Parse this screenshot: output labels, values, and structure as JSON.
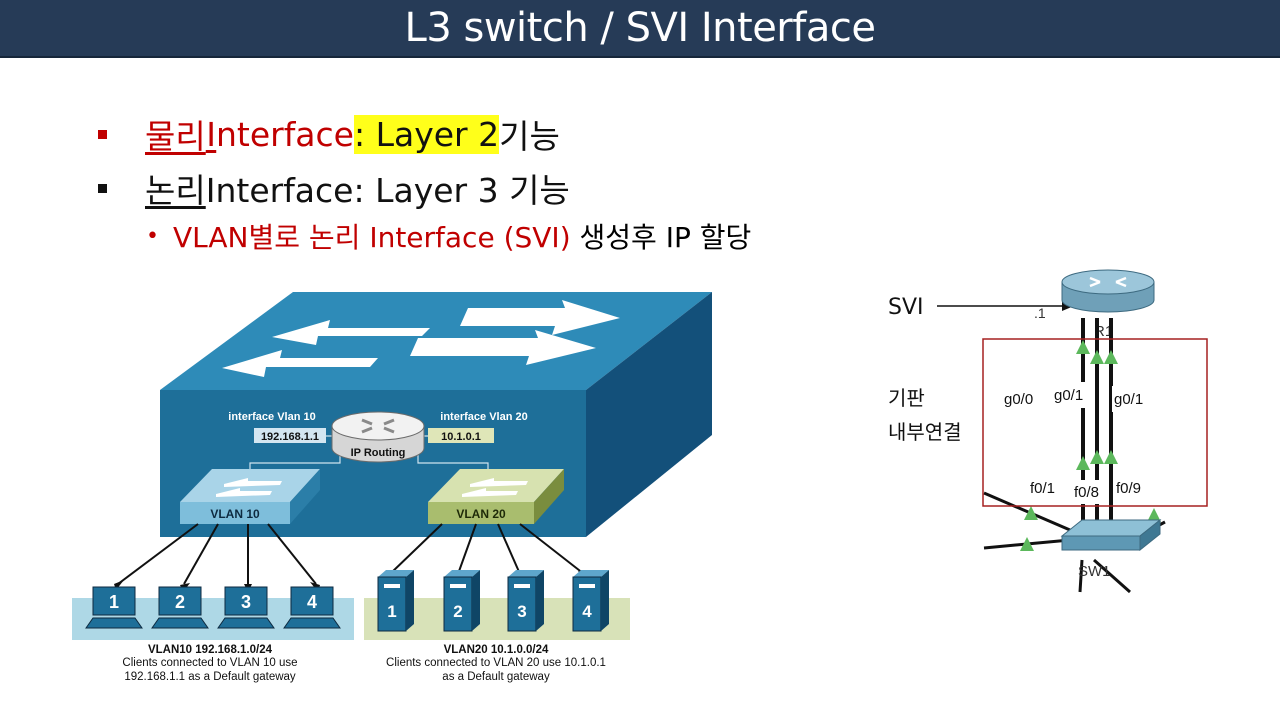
{
  "title": "L3 switch / SVI Interface",
  "bullets": {
    "b1": {
      "w1": "물리",
      "w2": " Interface",
      "w3": ": Layer 2 ",
      "w4": "기능"
    },
    "b2": {
      "w1": "논리",
      "w2": " Interface: Layer 3 기능"
    },
    "sub": {
      "red": "VLAN별로 논리 Interface (SVI)",
      "rest": " 생성후 IP 할당"
    }
  },
  "switch_diagram": {
    "vlan10_iface": "interface Vlan 10",
    "vlan10_ip": "192.168.1.1",
    "vlan20_iface": "interface Vlan 20",
    "vlan20_ip": "10.1.0.1",
    "router_label": "IP Routing",
    "vlan10_label": "VLAN 10",
    "vlan20_label": "VLAN 20",
    "pcs": [
      "1",
      "2",
      "3",
      "4"
    ],
    "servers": [
      "1",
      "2",
      "3",
      "4"
    ],
    "cap10": {
      "line1": "VLAN10 192.168.1.0/24",
      "line2": "Clients connected to VLAN 10 use",
      "line3": "192.168.1.1 as a Default gateway"
    },
    "cap20": {
      "line1": "VLAN20 10.1.0.0/24",
      "line2": "Clients connected to VLAN 20 use 10.1.0.1",
      "line3": "as a Default gateway"
    }
  },
  "topology": {
    "svi_label": "SVI",
    "dot1": ".1",
    "r1": "R1",
    "board": {
      "line1": "기판",
      "line2": "내부연결"
    },
    "ports": [
      "g0/0",
      "g0/1",
      "g0/1",
      "f0/1",
      "f0/8",
      "f0/9"
    ],
    "sw1": "SW1"
  },
  "colors": {
    "title_bg": "#263b57",
    "red": "#c00000",
    "highlight": "#ffff1a",
    "switch_blue": "#1e6f99",
    "vlan20_green": "#a9bd6e"
  }
}
